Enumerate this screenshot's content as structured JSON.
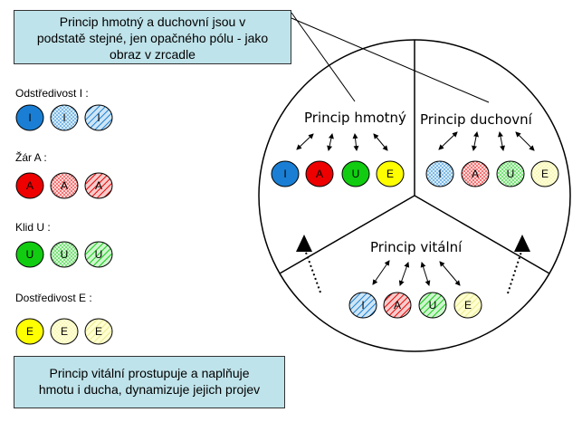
{
  "callout_top": {
    "line1": "Princip hmotný a duchovní jsou v",
    "line2": "podstatě stejné, jen opačného pólu - jako",
    "line3": "obraz v zrcadle"
  },
  "callout_bottom": {
    "line1": "Princip vitální prostupuje a naplňuje",
    "line2": "hmotu i ducha, dynamizuje jejich projev"
  },
  "legend": [
    {
      "label": "Odstředivost I :",
      "letter": "I",
      "color": "#1a7fd4",
      "light": "#bfe0f5"
    },
    {
      "label": "Žár A :",
      "letter": "A",
      "color": "#ee0000",
      "light": "#f8c4c4"
    },
    {
      "label": "Klid U :",
      "letter": "U",
      "color": "#11cc11",
      "light": "#c4f0c4"
    },
    {
      "label": "Dostředivost E :",
      "letter": "E",
      "color": "#ffff00",
      "light": "#ffffc0"
    }
  ],
  "principles": {
    "hmotny": {
      "title": "Princip hmotný",
      "letters": [
        "I",
        "A",
        "U",
        "E"
      ]
    },
    "duchovni": {
      "title": "Princip duchovní",
      "letters": [
        "I",
        "A",
        "U",
        "E"
      ]
    },
    "vitalni": {
      "title": "Princip vitální",
      "letters": [
        "I",
        "A",
        "U",
        "E"
      ]
    }
  }
}
